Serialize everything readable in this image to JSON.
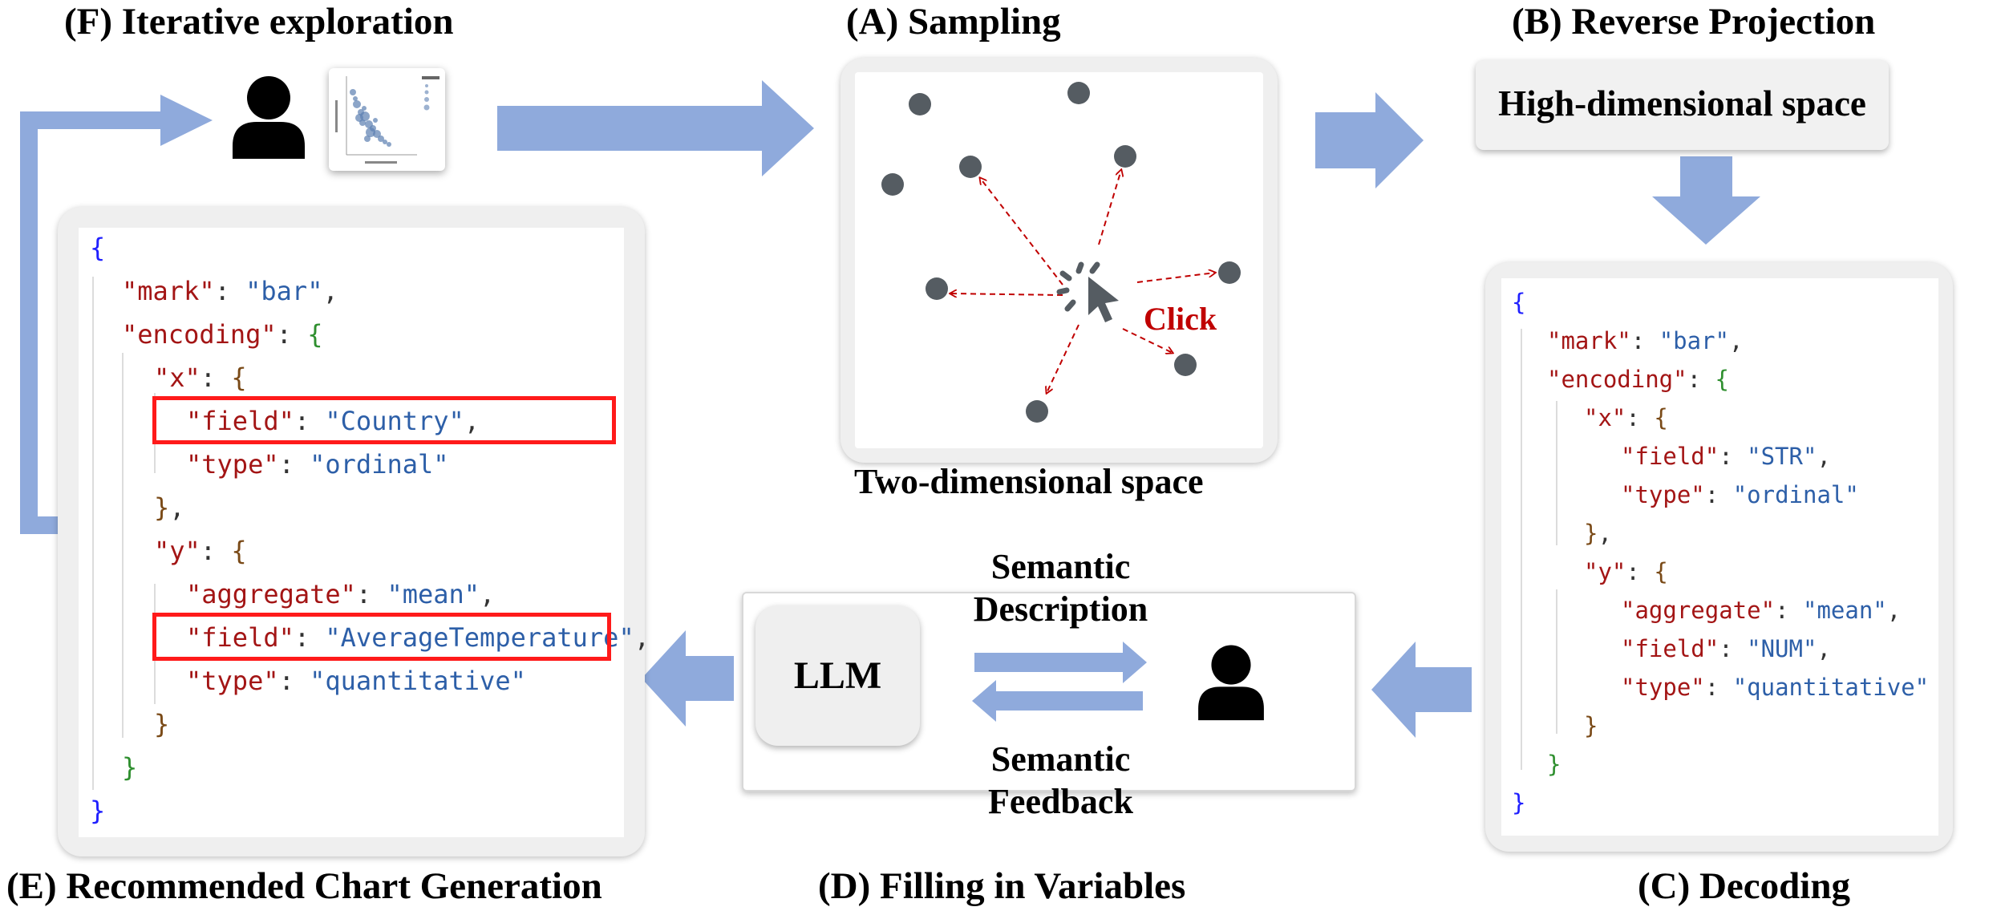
{
  "titles": {
    "f": "(F) Iterative exploration",
    "a": "(A) Sampling",
    "b": "(B) Reverse Projection",
    "c": "(C) Decoding",
    "d": "(D) Filling in Variables",
    "e": "(E) Recommended Chart Generation"
  },
  "sampling": {
    "caption": "Two-dimensional space",
    "click_label": "Click"
  },
  "reverse_projection": {
    "box_label": "High-dimensional space"
  },
  "filling": {
    "llm_label": "LLM",
    "semantic_description": [
      "Semantic",
      "Description"
    ],
    "semantic_feedback": [
      "Semantic",
      "Feedback"
    ]
  },
  "spec_e": {
    "mark_key": "\"mark\"",
    "mark_val": "\"bar\"",
    "encoding_key": "\"encoding\"",
    "x_key": "\"x\"",
    "x_field_key": "\"field\"",
    "x_field_val": "\"Country\"",
    "x_type_key": "\"type\"",
    "x_type_val": "\"ordinal\"",
    "y_key": "\"y\"",
    "y_agg_key": "\"aggregate\"",
    "y_agg_val": "\"mean\"",
    "y_field_key": "\"field\"",
    "y_field_val": "\"AverageTemperature\"",
    "y_type_key": "\"type\"",
    "y_type_val": "\"quantitative\""
  },
  "spec_c": {
    "mark_key": "\"mark\"",
    "mark_val": "\"bar\"",
    "encoding_key": "\"encoding\"",
    "x_key": "\"x\"",
    "x_field_key": "\"field\"",
    "x_field_val": "\"STR\"",
    "x_type_key": "\"type\"",
    "x_type_val": "\"ordinal\"",
    "y_key": "\"y\"",
    "y_agg_key": "\"aggregate\"",
    "y_agg_val": "\"mean\"",
    "y_field_key": "\"field\"",
    "y_field_val": "\"NUM\"",
    "y_type_key": "\"type\"",
    "y_type_val": "\"quantitative\""
  },
  "colors": {
    "arrow": "#8faadc",
    "highlight": "#ff1a1a",
    "click": "#c00000",
    "point": "#555c62"
  }
}
